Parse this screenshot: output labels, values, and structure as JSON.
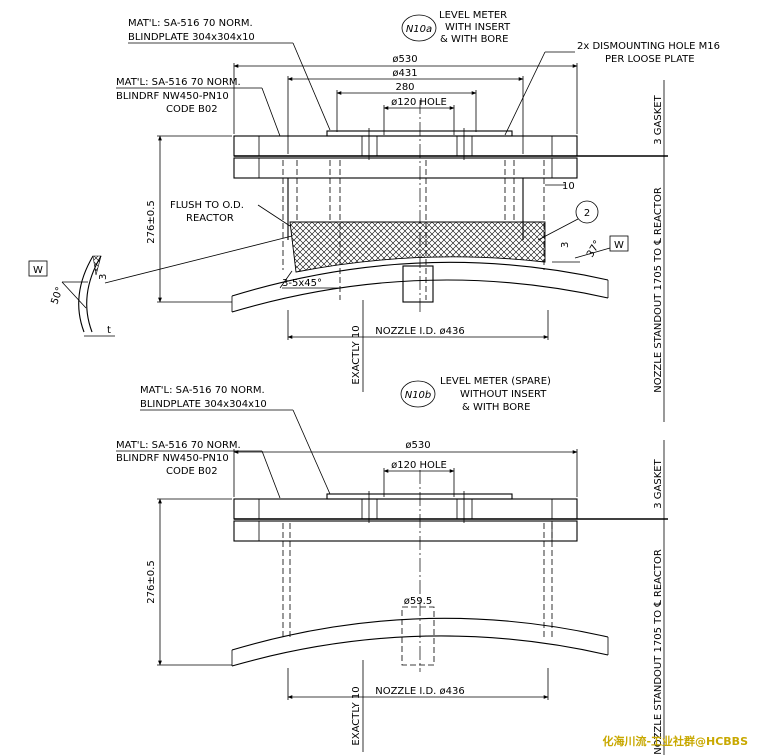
{
  "top": {
    "tag": "N10a",
    "title": [
      "LEVEL METER",
      "WITH INSERT",
      "& WITH BORE"
    ],
    "mat_plate": [
      "MAT'L: SA-516 70 NORM.",
      "BLINDPLATE 304x304x10"
    ],
    "mat_flange": [
      "MAT'L: SA-516 70 NORM.",
      "BLINDRF NW450-PN10",
      "CODE B02"
    ],
    "dismount": [
      "2x DISMOUNTING HOLE M16",
      "PER LOOSE PLATE"
    ],
    "dims": {
      "d530": "ø530",
      "d431": "ø431",
      "d280": "280",
      "d120": "ø120 HOLE",
      "d10": "10",
      "d3": "3",
      "d37": "37°"
    },
    "flush": [
      "FLUSH TO O.D.",
      "REACTOR"
    ],
    "height": "276±0.5",
    "chamfer": "3-5x45°",
    "exactly": "EXACTLY 10",
    "nozzle_id": "NOZZLE I.D. ø436",
    "gasket": "3 GASKET",
    "standout": "NOZZLE STANDOUT 1705 TO ℄ REACTOR",
    "balloon": "2",
    "weld": "W"
  },
  "detail": {
    "weld": "W",
    "angle": "50°",
    "d3": "3",
    "t": "t"
  },
  "bottom": {
    "tag": "N10b",
    "title": [
      "LEVEL METER (SPARE)",
      "WITHOUT INSERT",
      "& WITH BORE"
    ],
    "mat_plate": [
      "MAT'L: SA-516 70 NORM.",
      "BLINDPLATE 304x304x10"
    ],
    "mat_flange": [
      "MAT'L: SA-516 70 NORM.",
      "BLINDRF NW450-PN10",
      "CODE B02"
    ],
    "dims": {
      "d530": "ø530",
      "d120": "ø120 HOLE",
      "d595": "ø59.5"
    },
    "height": "276±0.5",
    "exactly": "EXACTLY 10",
    "nozzle_id": "NOZZLE I.D. ø436",
    "gasket": "3 GASKET",
    "standout": "NOZZLE STANDOUT 1705 TO ℄ REACTOR"
  },
  "watermark": "化海川流-工业社群@HCBBS"
}
